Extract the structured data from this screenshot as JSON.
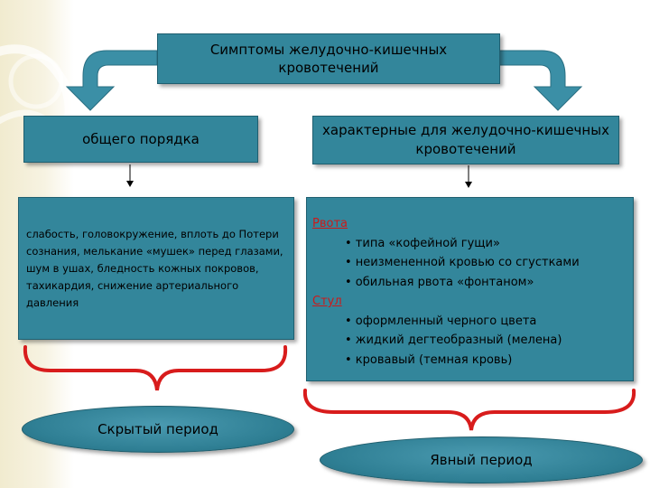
{
  "title": "Симптомы желудочно-кишечных кровотечений",
  "left": {
    "heading": "общего порядка",
    "body": "слабость, головокружение, вплоть до Потери сознания, мелькание «мушек» перед глазами, шум в ушах, бледность кожных покровов, тахикардия, снижение артериального давления",
    "period": "Скрытый период"
  },
  "right": {
    "heading": "характерные для желудочно-кишечных кровотечений",
    "groups": [
      {
        "label": "Рвота",
        "items": [
          "• типа «кофейной гущи»",
          "• неизмененной кровью со сгустками",
          "• обильная рвота «фонтаном»"
        ]
      },
      {
        "label": "Стул",
        "items": [
          "• оформленный черного цвета",
          "• жидкий дегтеобразный (мелена)",
          "• кровавый (темная кровь)"
        ]
      }
    ],
    "period": "Явный период"
  },
  "colors": {
    "box_fill": "#33869b",
    "arrow_fill": "#3b8fa6",
    "brace": "#d81c1c",
    "label_red": "#cc1a1a"
  }
}
